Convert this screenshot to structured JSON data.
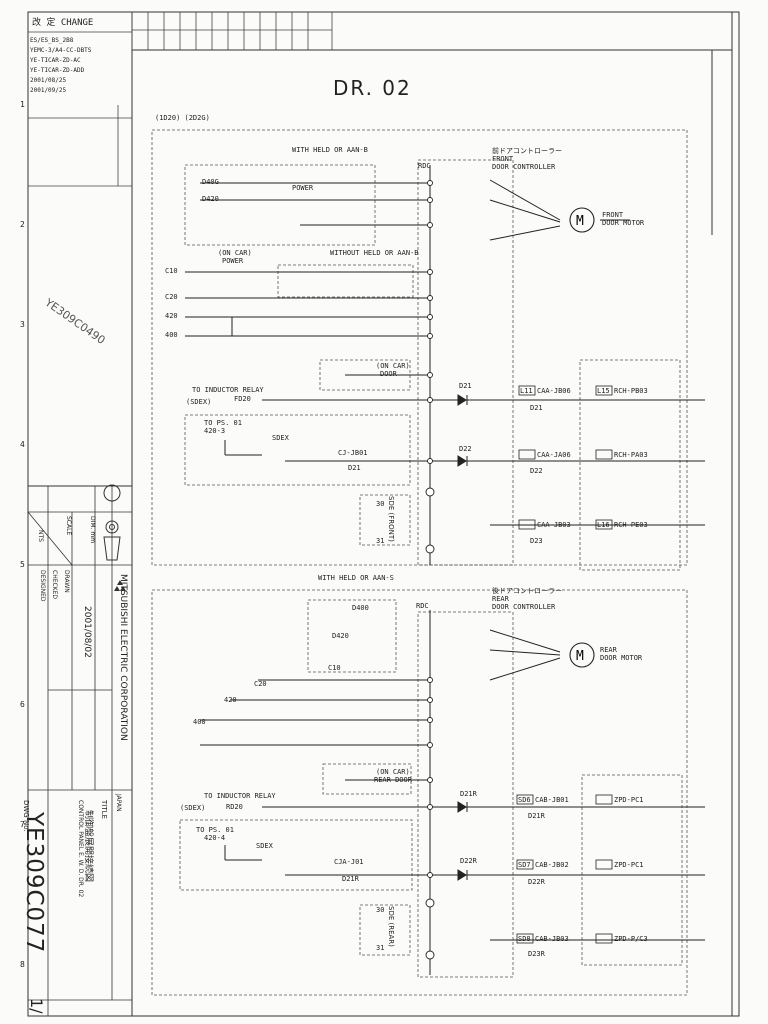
{
  "header": {
    "change_label": "改 定 CHANGE",
    "drawing_title": "DR. 02",
    "sheet_ref": "(1D20) (2D2G)"
  },
  "revision_notes": [
    "ES/ES_BS_2B8",
    "YEMC-3/A4-CC-DBTS",
    "YE-TICAR-ZD-AC",
    "YE-TICAR-ZD-ADD",
    "2001/08/25",
    "2001/09/25"
  ],
  "front_section": {
    "with_held_label": "WITH HELD OR AAN-B",
    "without_held_label": "WITHOUT HELD OR AAN-B",
    "controller_jp": "前ドアコントローラー",
    "controller_en_1": "FRONT",
    "controller_en_2": "DOOR CONTROLLER",
    "rdc_label": "RDC",
    "motor_label_1": "FRONT",
    "motor_label_2": "DOOR MOTOR",
    "power_label": "POWER",
    "on_car_power_1": "(ON CAR)",
    "on_car_power_2": "POWER",
    "signals": [
      "D40G",
      "D420",
      "C10",
      "C20",
      "420",
      "400"
    ],
    "on_car_door_1": "(ON CAR)",
    "on_car_door_2": "DOOR",
    "inductor_relay": "TO INDUCTOR RELAY",
    "fd20": "FD20",
    "sdex_tag": "(SDEX)",
    "tps": "TO PS. 01",
    "tps_sub": "420-3",
    "sdex": "SDEX",
    "sdex_front": "SDE (FRONT)",
    "cj_jb01": "CJ-JB01",
    "d21": "D21",
    "d22": "D22",
    "d23": "D23",
    "node30": "30",
    "node31": "31",
    "caa_1": "CAA-JB06",
    "caa_2": "CAA-JA06",
    "caa_3": "CAA-JB03",
    "rch_1": "RCH-PB03",
    "rch_2": "RCH-PA03",
    "rch_3": "RCH-PE03",
    "l11": "L11",
    "l15": "L15",
    "l16": "L16"
  },
  "rear_section": {
    "with_held_label": "WITH HELD OR AAN-S",
    "controller_jp": "後ドアコントローラー",
    "controller_en_1": "REAR",
    "controller_en_2": "DOOR CONTROLLER",
    "rdc_label": "RDC",
    "motor_label_1": "REAR",
    "motor_label_2": "DOOR MOTOR",
    "signals": [
      "D400",
      "D420",
      "C10",
      "C20",
      "420",
      "400"
    ],
    "on_car_door_1": "(ON CAR)",
    "on_car_door_2": "REAR DOOR",
    "inductor_relay": "TO INDUCTOR RELAY",
    "rd20": "RD20",
    "sdex_tag": "(SDEX)",
    "tps": "TO PS. 01",
    "tps_sub": "420-4",
    "sdex": "SDEX",
    "sde_rear": "SDE (REAR)",
    "cja_j01": "CJA-J01",
    "d21r": "D21R",
    "d22r": "D22R",
    "d23r": "D23R",
    "node30": "30",
    "node31": "31",
    "cab_1": "CAB-JB01",
    "cab_2": "CAB-JB02",
    "cab_3": "CAB-JB03",
    "zpd_1": "ZPD-PC1",
    "zpd_2": "ZPD-PC1",
    "zpd_3": "ZPD-P/C3",
    "sd6": "SD6",
    "sd7": "SD7",
    "sd8": "SD8"
  },
  "title_block": {
    "company": "MITSUBISHI ELECTRIC CORPORATION",
    "drawing_no_label": "DWG No.",
    "drawing_no": "YE309C077",
    "sheet": "1/",
    "date": "2001/08/02",
    "title_label": "TITLE",
    "title_jp": "制御盤展開接続図",
    "subtitle": "CONTROL PANEL E. W. D. DR. 02",
    "japan": "JAPAN",
    "dim_label": "DIM. mm",
    "scale_label": "SCALE",
    "nts": "NTS",
    "drawn": "DRAWN",
    "checked": "CHECKED",
    "designed": "DESIGNED",
    "stamp": "YE309C0490"
  },
  "margin_ticks": [
    "1",
    "2",
    "3",
    "4",
    "5",
    "6",
    "7",
    "8"
  ]
}
